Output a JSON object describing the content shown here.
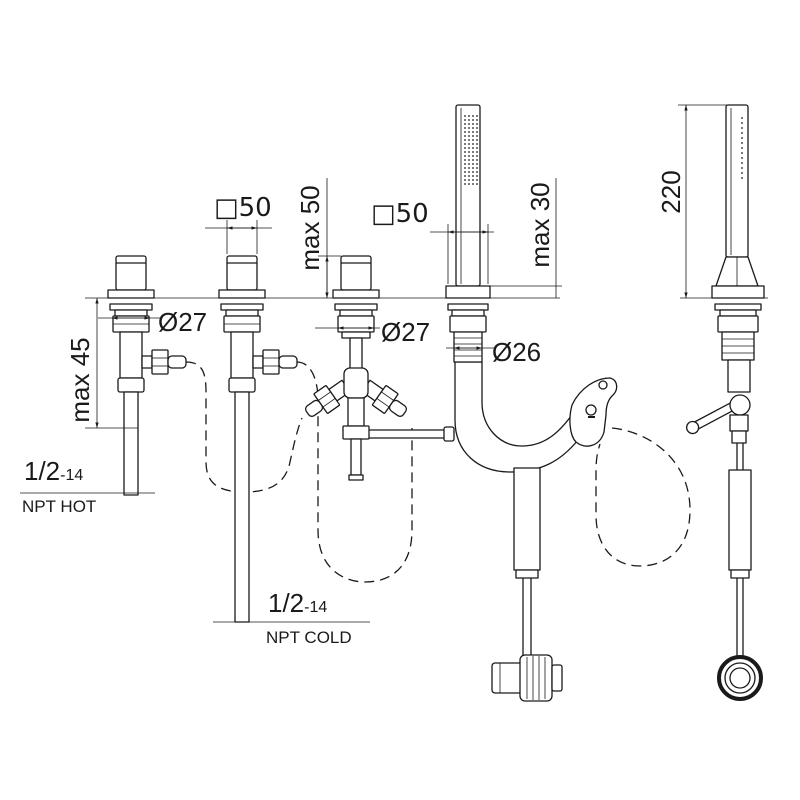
{
  "labels": {
    "square_50_valve": "□50",
    "square_50_shower": "□50",
    "max_50": "max 50",
    "max_30": "max 30",
    "height_220": "220",
    "max_45": "max 45",
    "dia_27_valve": "Ø27",
    "dia_27_mixer": "Ø27",
    "dia_26_shower": "Ø26"
  },
  "connections": {
    "hot": {
      "size": "1/2",
      "thread": "-14",
      "label": "NPT HOT"
    },
    "cold": {
      "size": "1/2",
      "thread": "-14",
      "label": "NPT COLD"
    }
  },
  "colors": {
    "line": "#1a1a1a",
    "background": "#ffffff"
  }
}
